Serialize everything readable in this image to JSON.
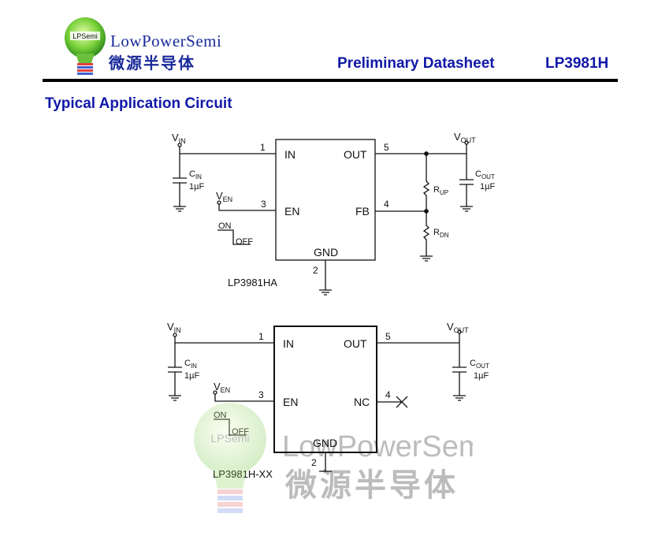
{
  "header": {
    "brand_en": "LowPowerSemi",
    "brand_cn": "微源半导体",
    "logo_mark": "LPSemi",
    "doc_title": "Preliminary Datasheet",
    "part_number": "LP3981H"
  },
  "section_title": "Typical Application Circuit",
  "circuit_a": {
    "name": "LP3981HA",
    "vin_v": "V",
    "vin_sub": "IN",
    "vout_v": "V",
    "vout_sub": "OUT",
    "ven_v": "V",
    "ven_sub": "EN",
    "cin_c": "C",
    "cin_sub": "IN",
    "cin_val": "1µF",
    "cout_c": "C",
    "cout_sub": "OUT",
    "cout_val": "1µF",
    "rup_r": "R",
    "rup_sub": "UP",
    "rdn_r": "R",
    "rdn_sub": "DN",
    "on": "ON",
    "off": "OFF",
    "pins": {
      "in": "IN",
      "out": "OUT",
      "en": "EN",
      "fb": "FB",
      "gnd": "GND"
    },
    "pin_nums": {
      "in": "1",
      "out": "5",
      "en": "3",
      "fb": "4",
      "gnd": "2"
    }
  },
  "circuit_b": {
    "name": "LP3981H-XX",
    "vin_v": "V",
    "vin_sub": "IN",
    "vout_v": "V",
    "vout_sub": "OUT",
    "ven_v": "V",
    "ven_sub": "EN",
    "cin_c": "C",
    "cin_sub": "IN",
    "cin_val": "1µF",
    "cout_c": "C",
    "cout_sub": "OUT",
    "cout_val": "1µF",
    "on": "ON",
    "off": "OFF",
    "pins": {
      "in": "IN",
      "out": "OUT",
      "en": "EN",
      "nc": "NC",
      "gnd": "GND"
    },
    "pin_nums": {
      "in": "1",
      "out": "5",
      "en": "3",
      "nc": "4",
      "gnd": "2"
    }
  },
  "watermark": {
    "en": "LowPowerSemi",
    "cn": "微源半导体",
    "mark": "LPSemi"
  }
}
